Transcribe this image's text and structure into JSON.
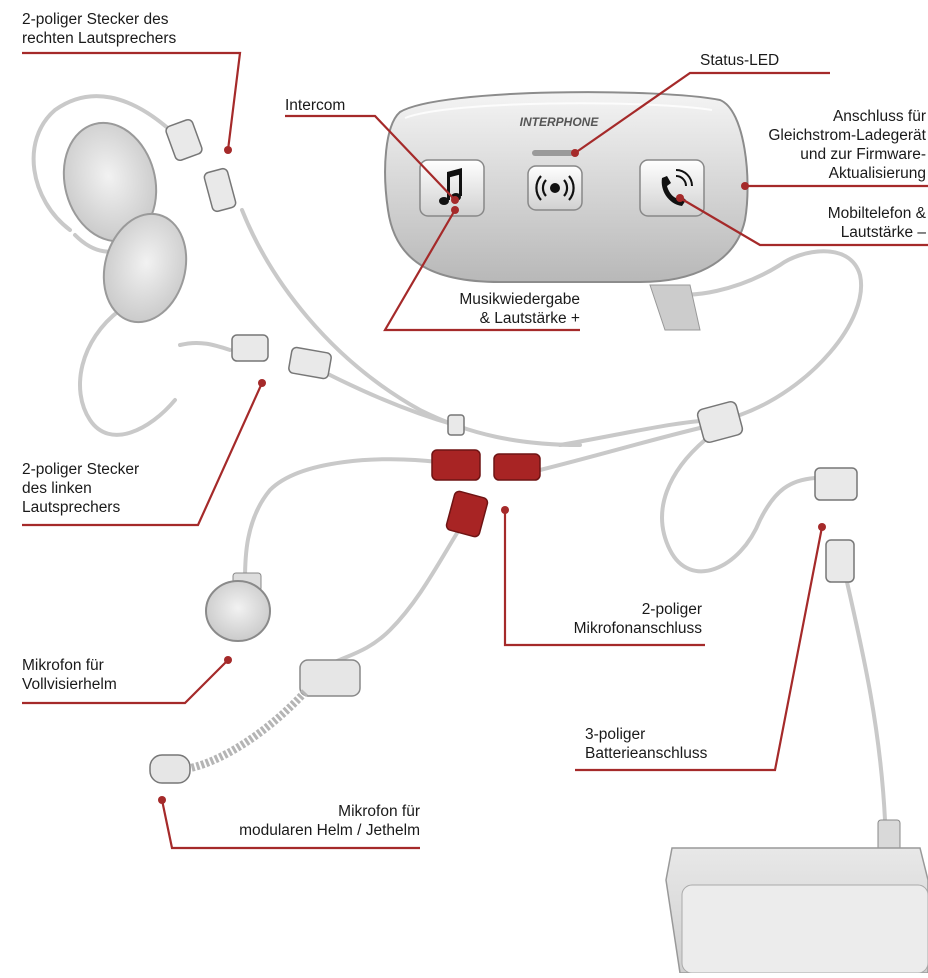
{
  "brand": {
    "logo_text": "INTERPHONE"
  },
  "labels": {
    "right_speaker": [
      "2-poliger Stecker des",
      "rechten Lautsprechers"
    ],
    "intercom": [
      "Intercom"
    ],
    "status_led": [
      "Status-LED"
    ],
    "dc_charger": [
      "Anschluss für",
      "Gleichstrom-Ladegerät",
      "und zur Firmware-",
      "Aktualisierung"
    ],
    "mobile_phone": [
      "Mobiltelefon &",
      "Lautstärke –"
    ],
    "music": [
      "Musikwiedergabe",
      "& Lautstärke +"
    ],
    "left_speaker": [
      "2-poliger Stecker",
      "des linken",
      "Lautsprechers"
    ],
    "mic_connector": [
      "2-poliger",
      "Mikrofonanschluss"
    ],
    "fullface_mic": [
      "Mikrofon für",
      "Vollvisierhelm"
    ],
    "battery_connector": [
      "3-poliger",
      "Batterieanschluss"
    ],
    "modular_mic": [
      "Mikrofon für",
      "modularen Helm / Jethelm"
    ]
  },
  "colors": {
    "leader_line": "#a52a2a",
    "connector_red": "#a82424",
    "cable": "#cfcfcf",
    "device_body": "#d9d9d9"
  },
  "icons": {
    "music_button": "music-note-icon",
    "intercom_button": "intercom-icon",
    "phone_button": "phone-icon"
  }
}
